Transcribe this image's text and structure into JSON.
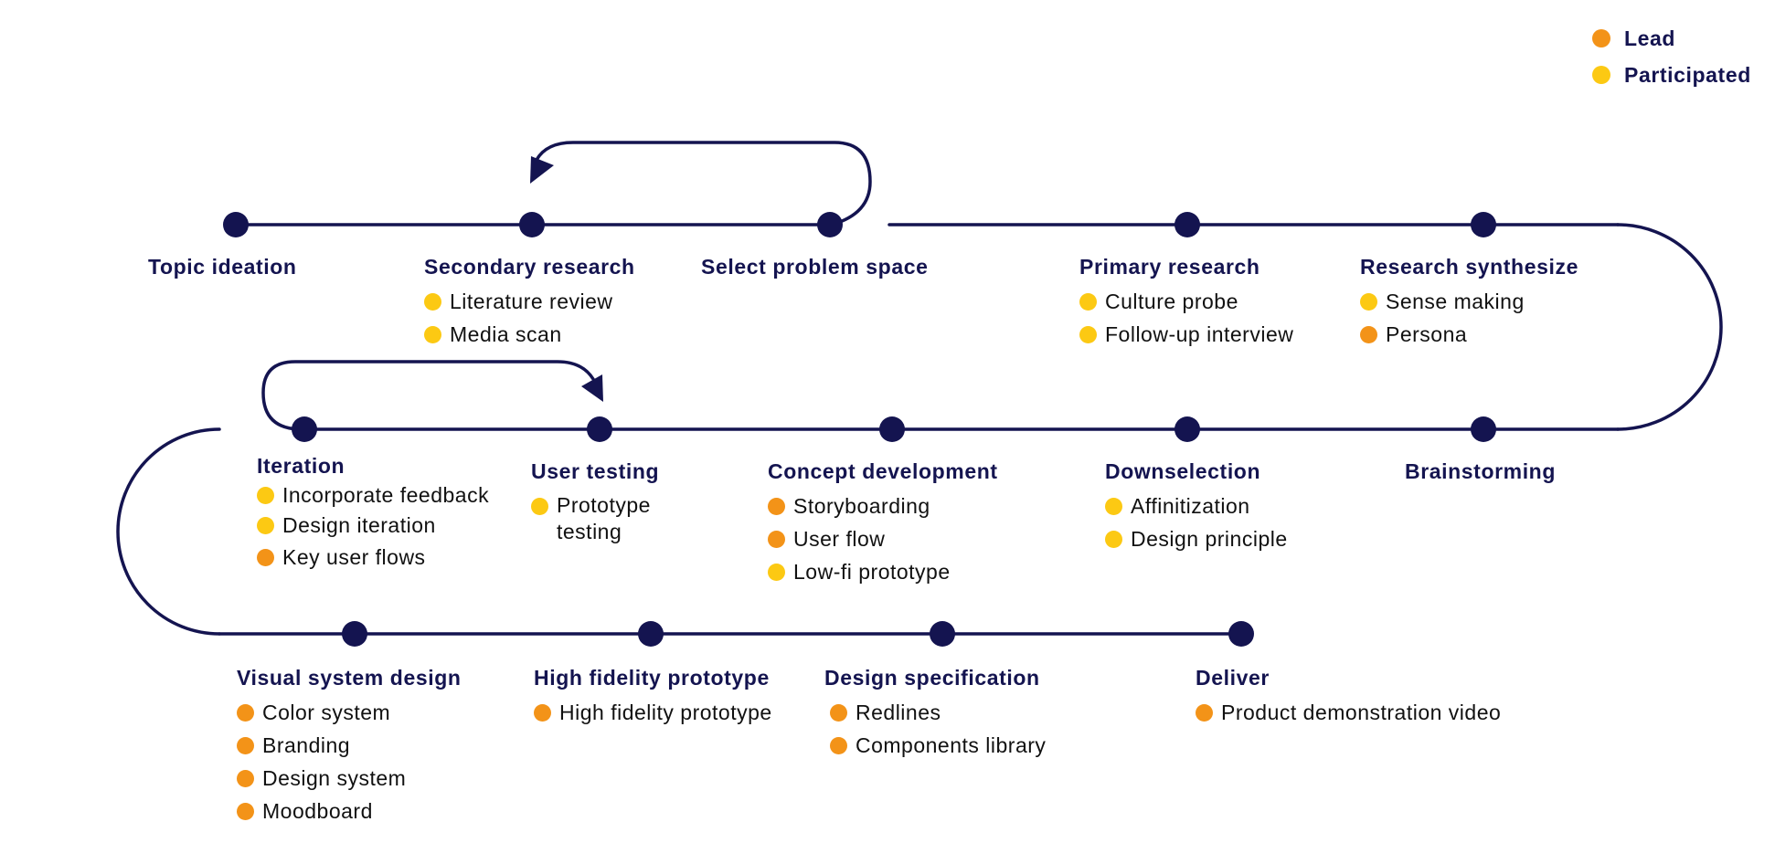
{
  "colors": {
    "line": "#141450",
    "lead": "#f39318",
    "participated": "#fcc913"
  },
  "legend": [
    {
      "label": "Lead",
      "kind": "lead"
    },
    {
      "label": "Participated",
      "kind": "participated"
    }
  ],
  "stages": [
    {
      "title": "Topic ideation",
      "items": []
    },
    {
      "title": "Secondary research",
      "items": [
        {
          "text": "Literature review",
          "kind": "participated"
        },
        {
          "text": "Media scan",
          "kind": "participated"
        }
      ]
    },
    {
      "title": "Select problem space",
      "items": []
    },
    {
      "title": "Primary research",
      "items": [
        {
          "text": "Culture probe",
          "kind": "participated"
        },
        {
          "text": "Follow-up interview",
          "kind": "participated"
        }
      ]
    },
    {
      "title": "Research synthesize",
      "items": [
        {
          "text": "Sense making",
          "kind": "participated"
        },
        {
          "text": "Persona",
          "kind": "lead"
        }
      ]
    },
    {
      "title": "Brainstorming",
      "items": []
    },
    {
      "title": "Downselection",
      "items": [
        {
          "text": "Affinitization",
          "kind": "participated"
        },
        {
          "text": "Design principle",
          "kind": "participated"
        }
      ]
    },
    {
      "title": "Concept development",
      "items": [
        {
          "text": "Storyboarding",
          "kind": "lead"
        },
        {
          "text": "User flow",
          "kind": "lead"
        },
        {
          "text": "Low-fi prototype",
          "kind": "participated"
        }
      ]
    },
    {
      "title": "User testing",
      "items": [
        {
          "text": "Prototype testing",
          "kind": "participated"
        }
      ]
    },
    {
      "title": "Iteration",
      "items": [
        {
          "text": "Incorporate feedback",
          "kind": "participated"
        },
        {
          "text": "Design iteration",
          "kind": "participated"
        },
        {
          "text": "Key user flows",
          "kind": "lead"
        }
      ]
    },
    {
      "title": "Visual system design",
      "items": [
        {
          "text": "Color system",
          "kind": "lead"
        },
        {
          "text": "Branding",
          "kind": "lead"
        },
        {
          "text": "Design system",
          "kind": "lead"
        },
        {
          "text": "Moodboard",
          "kind": "lead"
        }
      ]
    },
    {
      "title": "High fidelity prototype",
      "items": [
        {
          "text": "High fidelity prototype",
          "kind": "lead"
        }
      ]
    },
    {
      "title": "Design specification",
      "items": [
        {
          "text": "Redlines",
          "kind": "lead"
        },
        {
          "text": "Components library",
          "kind": "lead"
        }
      ]
    },
    {
      "title": "Deliver",
      "items": [
        {
          "text": "Product demonstration video",
          "kind": "lead"
        }
      ]
    }
  ]
}
